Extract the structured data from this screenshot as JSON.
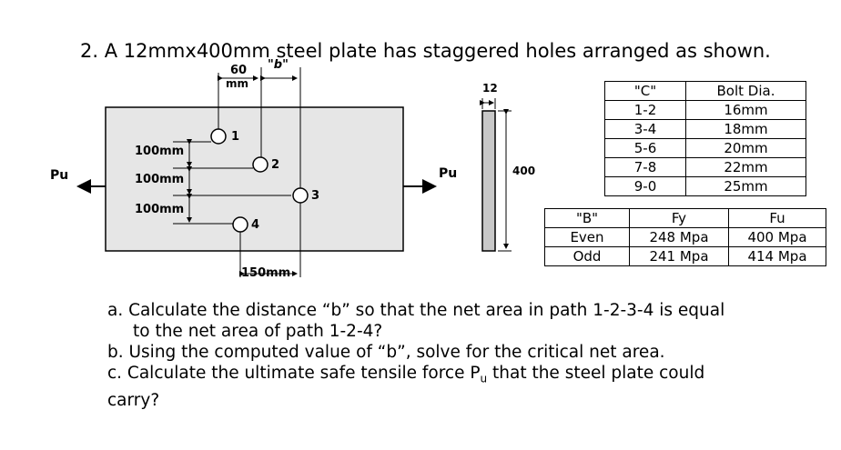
{
  "problem": {
    "title": "2. A 12mmx400mm steel plate has staggered holes arranged as shown."
  },
  "figure": {
    "dim_60": "60",
    "dim_mm": "mm",
    "dim_b": "\"b\"",
    "dim_150": "150mm",
    "spacing_labels": [
      "100mm",
      "100mm",
      "100mm"
    ],
    "hole_labels": [
      "1",
      "2",
      "3",
      "4"
    ],
    "pu_left": "Pu",
    "pu_right": "Pu",
    "side_12": "12",
    "side_400": "400",
    "plate_color": "#e6e6e6",
    "side_plate_color": "#c8c8c8"
  },
  "bolt_table": {
    "headers": [
      "\"C\"",
      "Bolt Dia."
    ],
    "rows": [
      [
        "1-2",
        "16mm"
      ],
      [
        "3-4",
        "18mm"
      ],
      [
        "5-6",
        "20mm"
      ],
      [
        "7-8",
        "22mm"
      ],
      [
        "9-0",
        "25mm"
      ]
    ]
  },
  "steel_table": {
    "headers": [
      "\"B\"",
      "Fy",
      "Fu"
    ],
    "rows": [
      [
        "Even",
        "248 Mpa",
        "400 Mpa"
      ],
      [
        "Odd",
        "241 Mpa",
        "414 Mpa"
      ]
    ]
  },
  "questions": {
    "a_line1": "a.  Calculate the distance “b” so that the net area in path 1-2-3-4 is equal",
    "a_line2": "to the net area of path 1-2-4?",
    "b": "b.  Using the computed value of “b”, solve for the critical net area.",
    "c_line1": "c.  Calculate  the  ultimate  safe  tensile  force  P",
    "c_sub": "u",
    "c_line1_end": "  that  the  steel  plate  could",
    "c_line2": "carry?"
  }
}
